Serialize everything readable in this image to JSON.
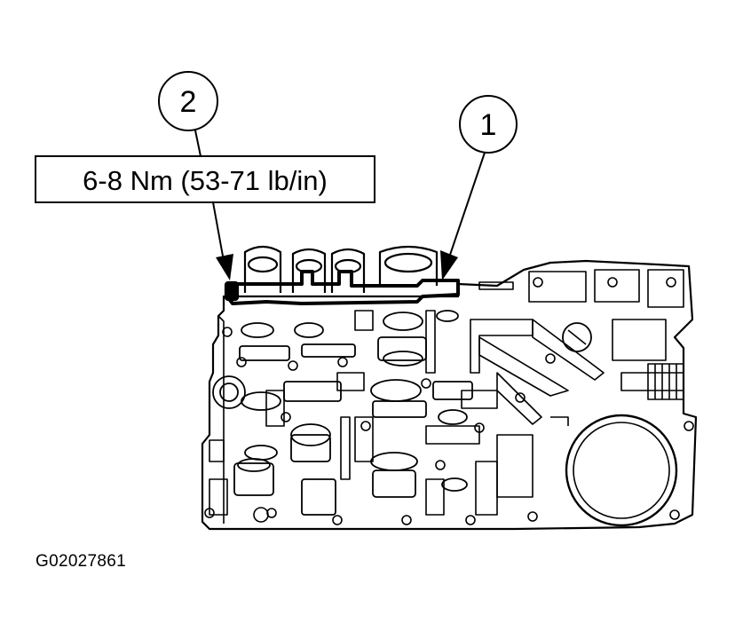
{
  "callouts": [
    {
      "label": "2"
    },
    {
      "label": "1"
    }
  ],
  "torque_spec": {
    "text": "6-8 Nm (53-71 lb/in)"
  },
  "figure_id": "G02027861"
}
